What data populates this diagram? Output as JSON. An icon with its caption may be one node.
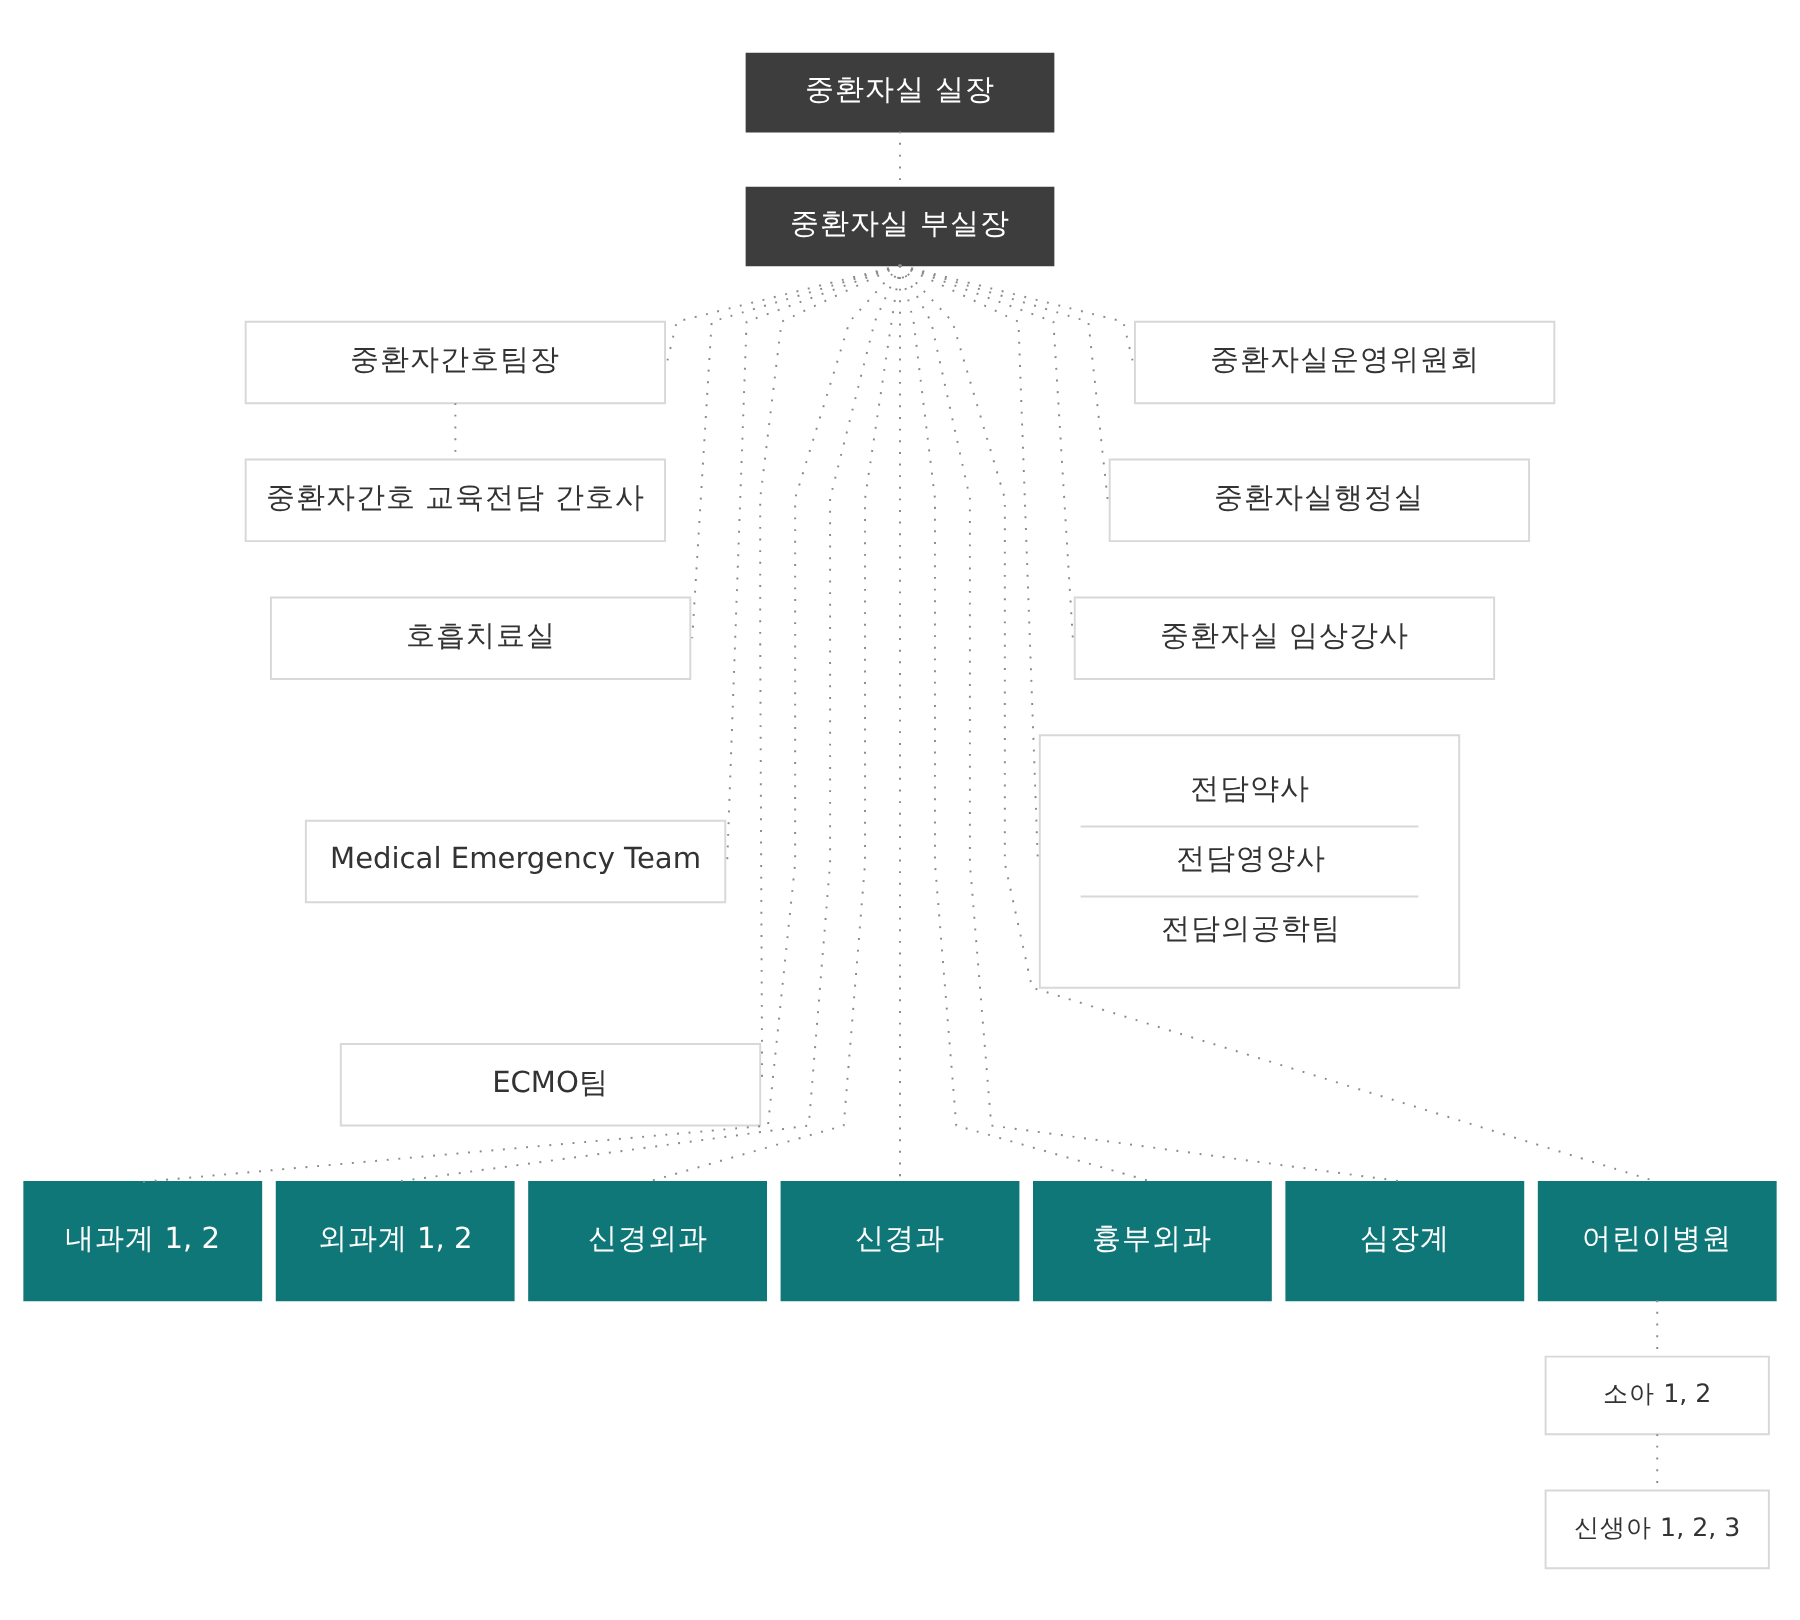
{
  "diagram": {
    "nodes": [
      {
        "text": [
          "중환자실 실장"
        ]
      },
      {
        "text": [
          "중환자실 부실장"
        ]
      },
      {
        "text": [
          "중환자간호팀장"
        ]
      },
      {
        "text": [
          "중환자간호 교육전담 간호사"
        ]
      },
      {
        "text": [
          "중환자실운영위원회"
        ]
      },
      {
        "text": [
          "중환자실행정실"
        ]
      },
      {
        "text": [
          "중환자실 임상강사"
        ]
      },
      {
        "text": [
          "호흡치료실"
        ]
      },
      {
        "text": [
          "Medical Emergency Team"
        ]
      },
      {
        "text": [
          "ECMO팀"
        ]
      },
      {
        "text": [
          "전담약사",
          "전담영양사",
          "전담의공학팀"
        ]
      },
      {
        "text": [
          "내과계 1, 2"
        ]
      },
      {
        "text": [
          "외과계 1, 2"
        ]
      },
      {
        "text": [
          "신경외과"
        ]
      },
      {
        "text": [
          "신경과"
        ]
      },
      {
        "text": [
          "흉부외과"
        ]
      },
      {
        "text": [
          "심장계"
        ]
      },
      {
        "text": [
          "어린이병원"
        ]
      },
      {
        "text": [
          "소아 1, 2"
        ]
      },
      {
        "text": [
          "신생아 1, 2, 3"
        ]
      }
    ],
    "edges": [
      {
        "from": 0,
        "to": 1,
        "arrow": "none"
      },
      {
        "from": 1,
        "to": 2,
        "arrow": "none"
      },
      {
        "from": 1,
        "to": 7,
        "arrow": "none"
      },
      {
        "from": 1,
        "to": 8,
        "arrow": "none"
      },
      {
        "from": 1,
        "to": 9,
        "arrow": "none"
      },
      {
        "from": 1,
        "to": 11,
        "arrow": "none"
      },
      {
        "from": 1,
        "to": 12,
        "arrow": "none"
      },
      {
        "from": 1,
        "to": 13,
        "arrow": "none"
      },
      {
        "from": 1,
        "to": 14,
        "arrow": "none"
      },
      {
        "from": 1,
        "to": 15,
        "arrow": "none"
      },
      {
        "from": 1,
        "to": 16,
        "arrow": "none"
      },
      {
        "from": 1,
        "to": 17,
        "arrow": "none"
      },
      {
        "from": 1,
        "to": 10,
        "arrow": "none"
      },
      {
        "from": 1,
        "to": 6,
        "arrow": "none"
      },
      {
        "from": 1,
        "to": 5,
        "arrow": "none"
      },
      {
        "from": 1,
        "to": 4,
        "arrow": "none"
      },
      {
        "from": 2,
        "to": 3,
        "arrow": "none"
      },
      {
        "from": 17,
        "to": 18,
        "arrow": "none"
      },
      {
        "from": 18,
        "to": 19,
        "arrow": "none"
      }
    ]
  }
}
